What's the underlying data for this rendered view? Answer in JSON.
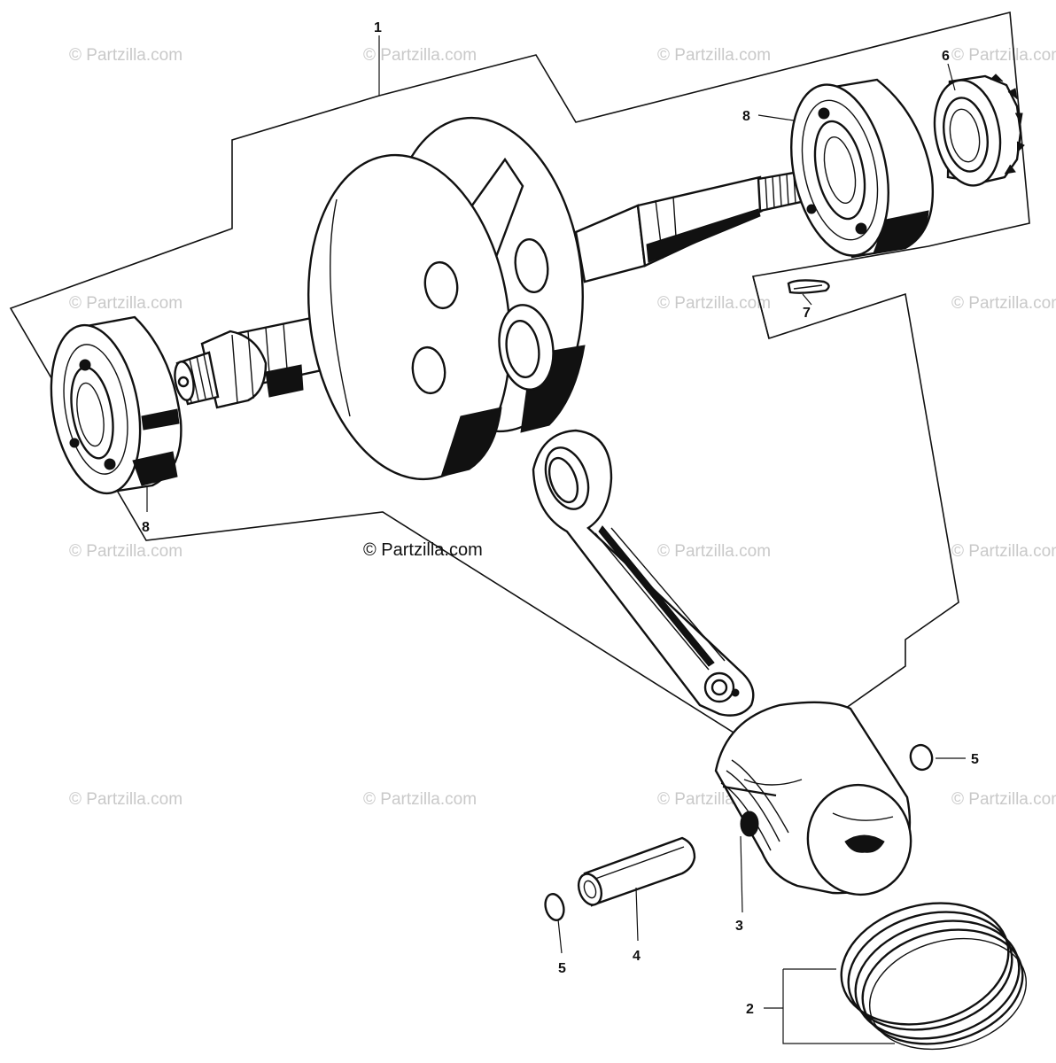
{
  "watermark_text": "© Partzilla.com",
  "center_copyright": "© Partzilla.com",
  "callouts": {
    "part_1": "1",
    "part_2": "2",
    "part_3": "3",
    "part_4": "4",
    "part_5_left": "5",
    "part_5_right": "5",
    "part_6": "6",
    "part_7": "7",
    "part_8_left": "8",
    "part_8_right": "8"
  }
}
